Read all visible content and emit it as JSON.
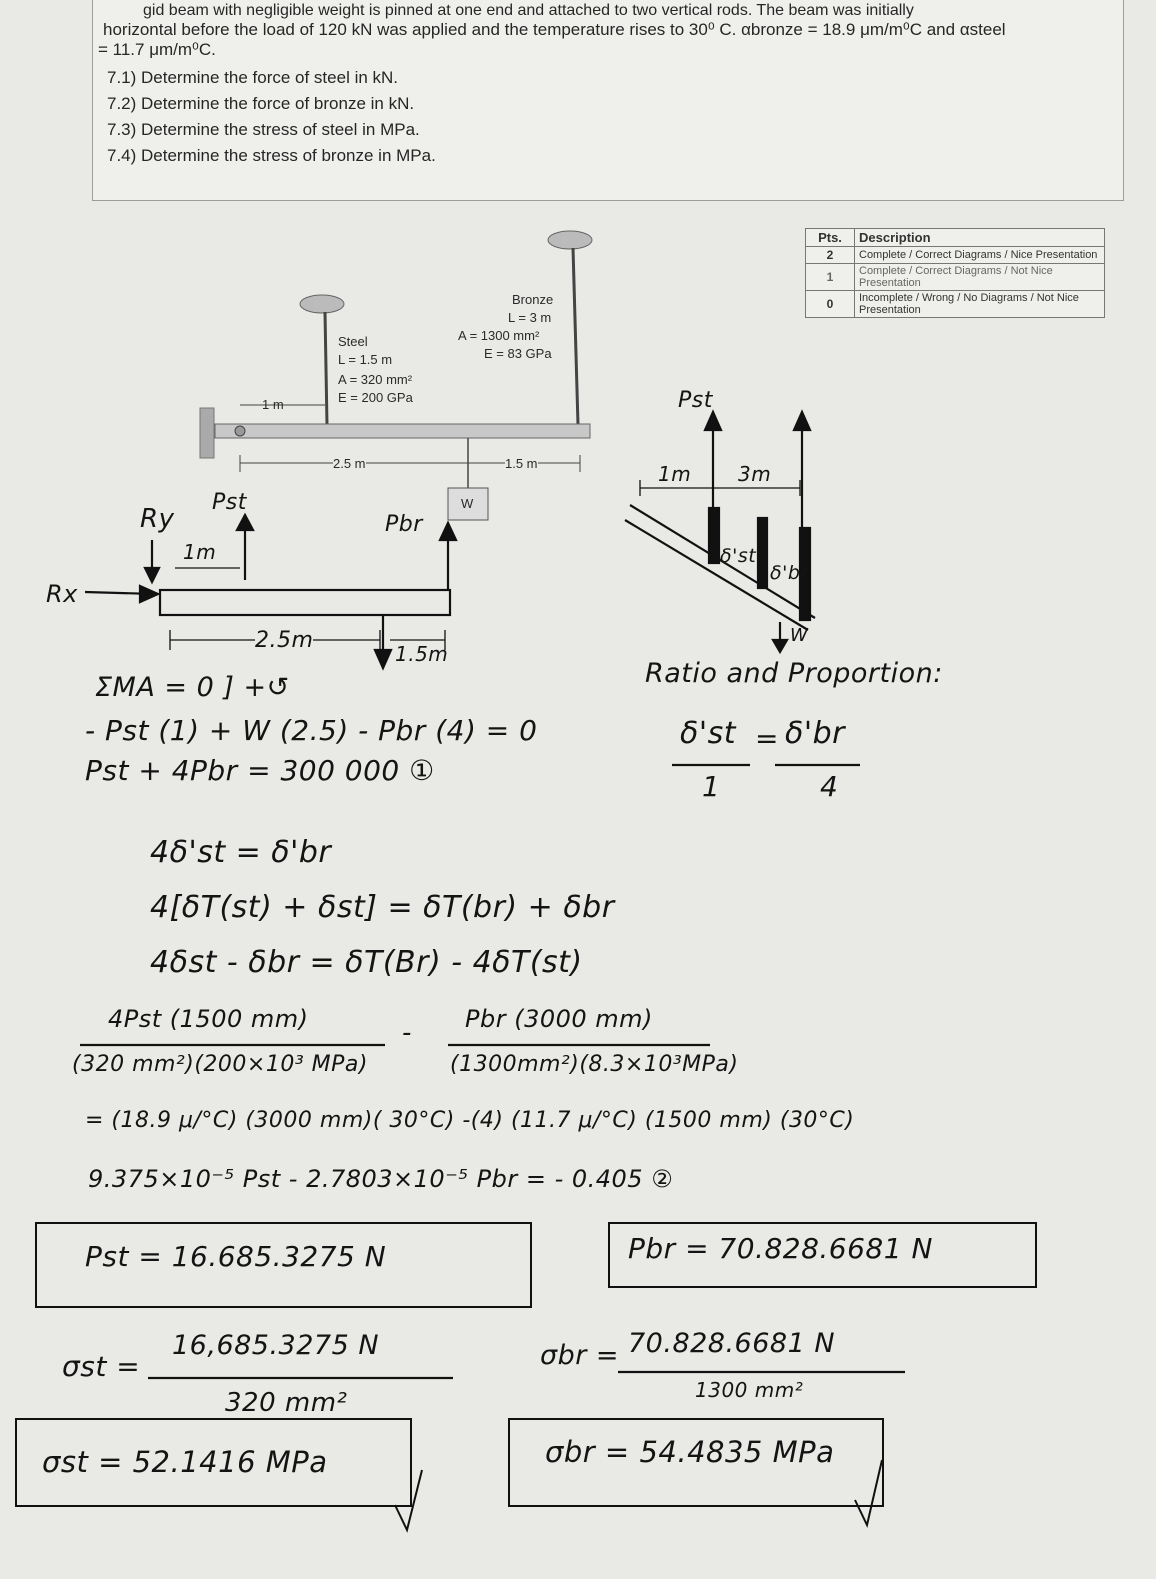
{
  "problem": {
    "lines": [
      "gid beam with negligible weight is pinned at one end and attached to two vertical rods.  The beam was initially",
      "horizontal before the load of 120 kN was applied and the temperature rises to 30⁰ C. αbronze = 18.9 μm/m⁰C and αsteel",
      "= 11.7 μm/m⁰C.",
      "7.1) Determine the force of steel in kN.",
      "7.2) Determine the force of bronze in kN.",
      "7.3) Determine the stress of steel in MPa.",
      "7.4) Determine the stress of bronze in MPa."
    ]
  },
  "rubric": {
    "headers": [
      "Pts.",
      "Description"
    ],
    "rows": [
      {
        "pts": "2",
        "desc": "Complete / Correct Diagrams / Nice Presentation"
      },
      {
        "pts": "1",
        "desc": "Complete / Correct Diagrams / Not Nice Presentation"
      },
      {
        "pts": "0",
        "desc": "Incomplete / Wrong / No Diagrams / Not Nice Presentation"
      }
    ]
  },
  "figure": {
    "bronze": [
      "Bronze",
      "L = 3 m",
      "A = 1300 mm²",
      "E = 83 GPa"
    ],
    "steel": [
      "Steel",
      "L = 1.5 m",
      "A = 320 mm²",
      "E = 200 GPa"
    ],
    "dim_1m": "1 m",
    "dim_25m": "2.5 m",
    "dim_15m": "1.5 m",
    "load": "W"
  },
  "fbd": {
    "ry": "Ry",
    "pst": "Pst",
    "pbr": "Pbr",
    "rx": "Rx",
    "d1": "1m",
    "d2": "2.5m",
    "d3": "1.5m"
  },
  "deform": {
    "pst": "Pst",
    "d1": "1m",
    "d3": "3m",
    "dst": "δ'st",
    "dbr": "δ'br",
    "w": "W",
    "ratio_title": "Ratio and Proportion:",
    "ratio_num_left": "δ'st",
    "ratio_den_left": "1",
    "ratio_eq": "=",
    "ratio_num_right": "δ'br",
    "ratio_den_right": "4"
  },
  "work": {
    "moment": "ΣMA = 0 ] +↺",
    "eq_a": "- Pst (1) + W (2.5) - Pbr (4) = 0",
    "eq_b": "Pst + 4Pbr = 300 000 ①",
    "eq_c": "4δ'st = δ'br",
    "eq_d": "4[δT(st) + δst] = δT(br) + δbr",
    "eq_e": "4δst - δbr = δT(Br) - 4δT(st)",
    "frac1_num": "4Pst (1500 mm)",
    "frac1_den": "(320 mm²)(200×10³ MPa)",
    "minus": "-",
    "frac2_num": "Pbr (3000 mm)",
    "frac2_den": "(1300mm²)(8.3×10³MPa)",
    "eq_f": "= (18.9 μ/°C) (3000 mm)( 30°C) -(4) (11.7 μ/°C) (1500 mm) (30°C)",
    "eq_g": "9.375×10⁻⁵ Pst - 2.7803×10⁻⁵ Pbr = - 0.405 ②",
    "ans_pst": "Pst = 16.685.3275 N",
    "ans_pbr": "Pbr = 70.828.6681 N",
    "sst_lhs": "σst =",
    "sst_num": "16,685.3275 N",
    "sst_den": "320 mm²",
    "sbr_lhs": "σbr =",
    "sbr_num": "70.828.6681 N",
    "sbr_den": "1300 mm²",
    "ans_sst": "σst = 52.1416 MPa",
    "ans_sbr": "σbr = 54.4835 MPa"
  }
}
